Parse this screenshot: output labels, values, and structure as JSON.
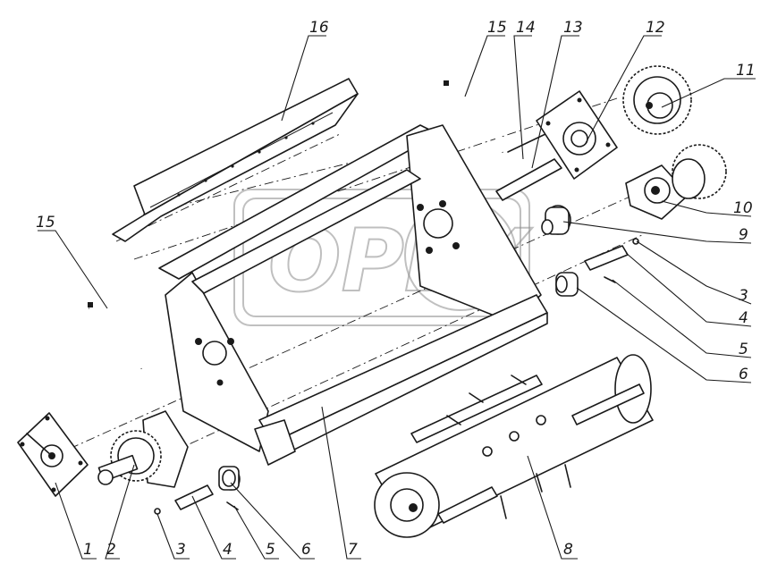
{
  "watermark": {
    "text": "OPEX"
  },
  "callouts": [
    {
      "id": "1",
      "label": "1"
    },
    {
      "id": "2",
      "label": "2"
    },
    {
      "id": "3a",
      "label": "3"
    },
    {
      "id": "4a",
      "label": "4"
    },
    {
      "id": "5a",
      "label": "5"
    },
    {
      "id": "6a",
      "label": "6"
    },
    {
      "id": "7",
      "label": "7"
    },
    {
      "id": "8",
      "label": "8"
    },
    {
      "id": "3b",
      "label": "3"
    },
    {
      "id": "4b",
      "label": "4"
    },
    {
      "id": "5b",
      "label": "5"
    },
    {
      "id": "6b",
      "label": "6"
    },
    {
      "id": "9",
      "label": "9"
    },
    {
      "id": "10",
      "label": "10"
    },
    {
      "id": "11",
      "label": "11"
    },
    {
      "id": "12",
      "label": "12"
    },
    {
      "id": "13",
      "label": "13"
    },
    {
      "id": "14",
      "label": "14"
    },
    {
      "id": "15a",
      "label": "15"
    },
    {
      "id": "15b",
      "label": "15"
    },
    {
      "id": "16",
      "label": "16"
    }
  ]
}
